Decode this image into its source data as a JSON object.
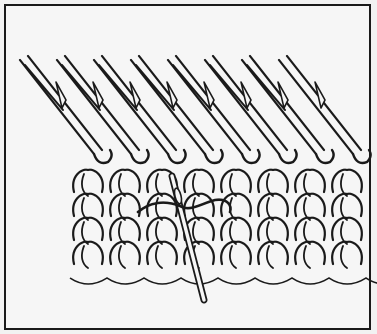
{
  "figure": {
    "subject": "knitting-machine-latch-needles-with-darning-needle",
    "colors": {
      "ink": "#1a1a1a",
      "paper": "#f6f6f6",
      "background": "#f2f2f2"
    },
    "needle_count": 8,
    "stitch_columns": 8,
    "stitch_rows": 4
  }
}
